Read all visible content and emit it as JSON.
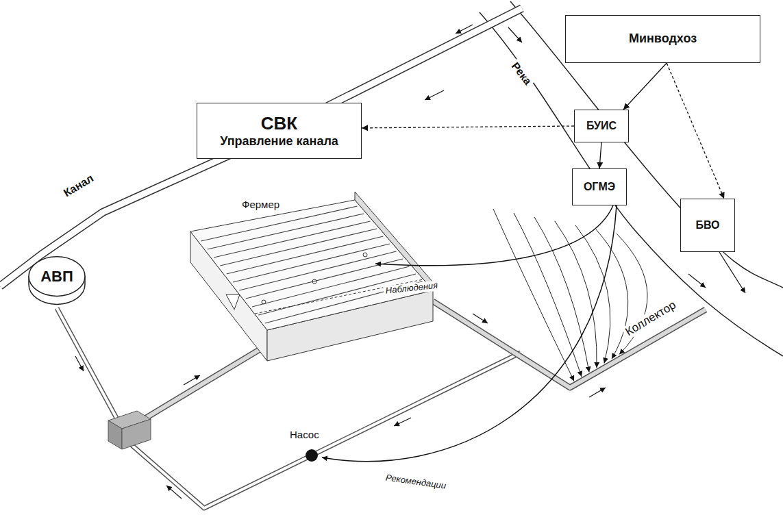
{
  "diagram": {
    "nodes": [
      {
        "text": [
          "Минводхоз"
        ]
      },
      {
        "text": [
          "СВК",
          "Управление канала"
        ]
      },
      {
        "text": [
          "БУИС"
        ]
      },
      {
        "text": [
          "ОГМЭ"
        ]
      },
      {
        "text": [
          "БВО"
        ]
      },
      {
        "text": [
          "АВП"
        ]
      }
    ],
    "edges": [
      {
        "from": 0,
        "to": 2,
        "arrow": "to"
      },
      {
        "from": 0,
        "to": 4,
        "arrow": "to"
      },
      {
        "from": 2,
        "to": 1,
        "arrow": "to"
      },
      {
        "from": 2,
        "to": 3,
        "arrow": "to"
      }
    ],
    "labels": [
      "Река",
      "Канал",
      "Фермер",
      "Наблюдения",
      "Рекомендации",
      "Насос",
      "Коллектор"
    ]
  }
}
